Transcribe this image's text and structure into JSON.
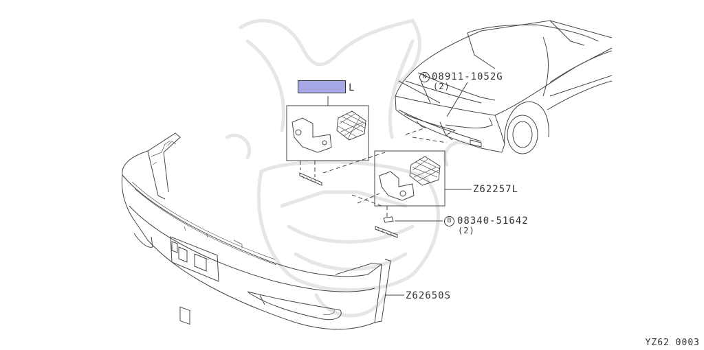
{
  "diagram": {
    "selected_part": {
      "suffix": "L",
      "color": "#a6a8e6"
    },
    "callouts": [
      {
        "id": "nut",
        "symbol": "N",
        "part_number": "08911-1052G",
        "qty": "(2)"
      },
      {
        "id": "bracket-net",
        "part_number": "Z62257L"
      },
      {
        "id": "bolt",
        "symbol": "B",
        "part_number": "08340-51642",
        "qty": "(2)"
      },
      {
        "id": "bumper",
        "part_number": "Z62650S"
      }
    ],
    "figure_ref": "YZ62 0003"
  }
}
